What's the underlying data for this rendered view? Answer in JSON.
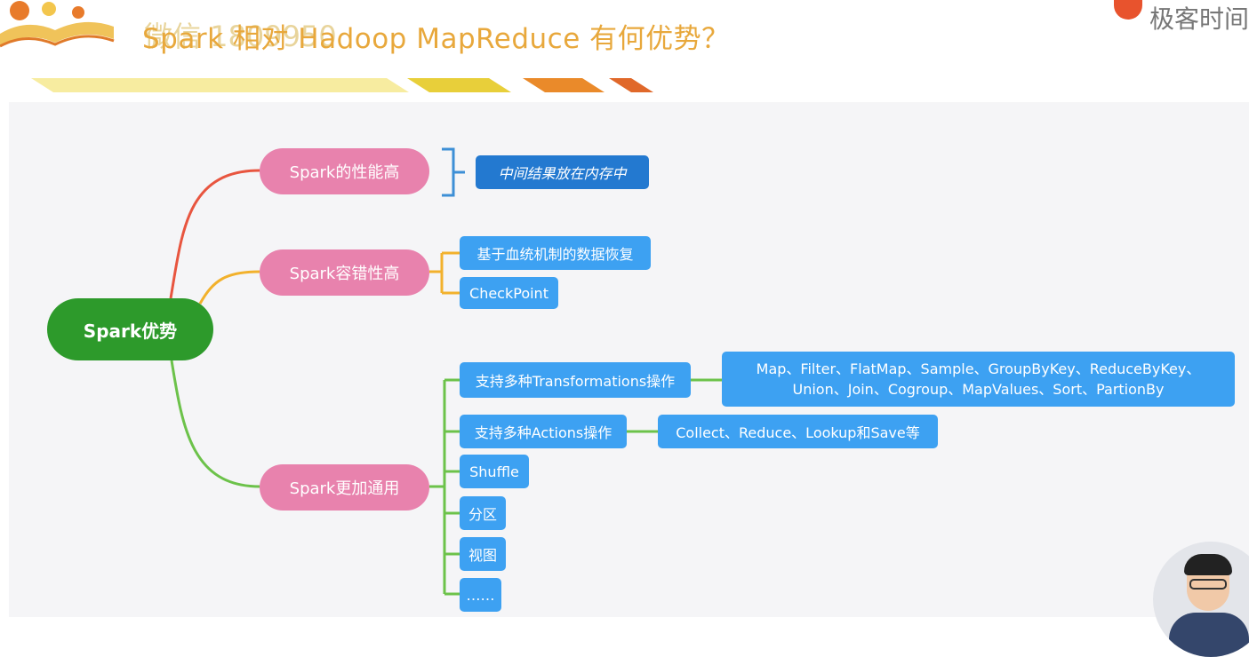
{
  "header": {
    "title": "Spark 相对 Hadoop MapReduce 有何优势？",
    "watermark": "微信 1809950",
    "brand": "极客时间"
  },
  "mindmap": {
    "root": "Spark优势",
    "branches": [
      {
        "label": "Spark的性能高",
        "children": [
          "中间结果放在内存中"
        ]
      },
      {
        "label": "Spark容错性高",
        "children": [
          "基于血统机制的数据恢复",
          "CheckPoint"
        ]
      },
      {
        "label": "Spark更加通用",
        "children": [
          "支持多种Transformations操作",
          "支持多种Actions操作",
          "Shuffle",
          "分区",
          "视图",
          "……"
        ]
      }
    ],
    "transformations_detail": [
      "Map、Filter、FlatMap、Sample、GroupByKey、ReduceByKey、",
      "Union、Join、Cogroup、MapValues、Sort、PartionBy"
    ],
    "actions_detail": "Collect、Reduce、Lookup和Save等"
  },
  "colors": {
    "title": "#e8a83c",
    "root": "#2d9a2b",
    "branch": "#e882ad",
    "leaf": "#3da1f2",
    "leaf_highlight": "#2379d0",
    "line_red": "#e8553f",
    "line_yellow": "#f2b12c",
    "line_green": "#6cc24a"
  }
}
